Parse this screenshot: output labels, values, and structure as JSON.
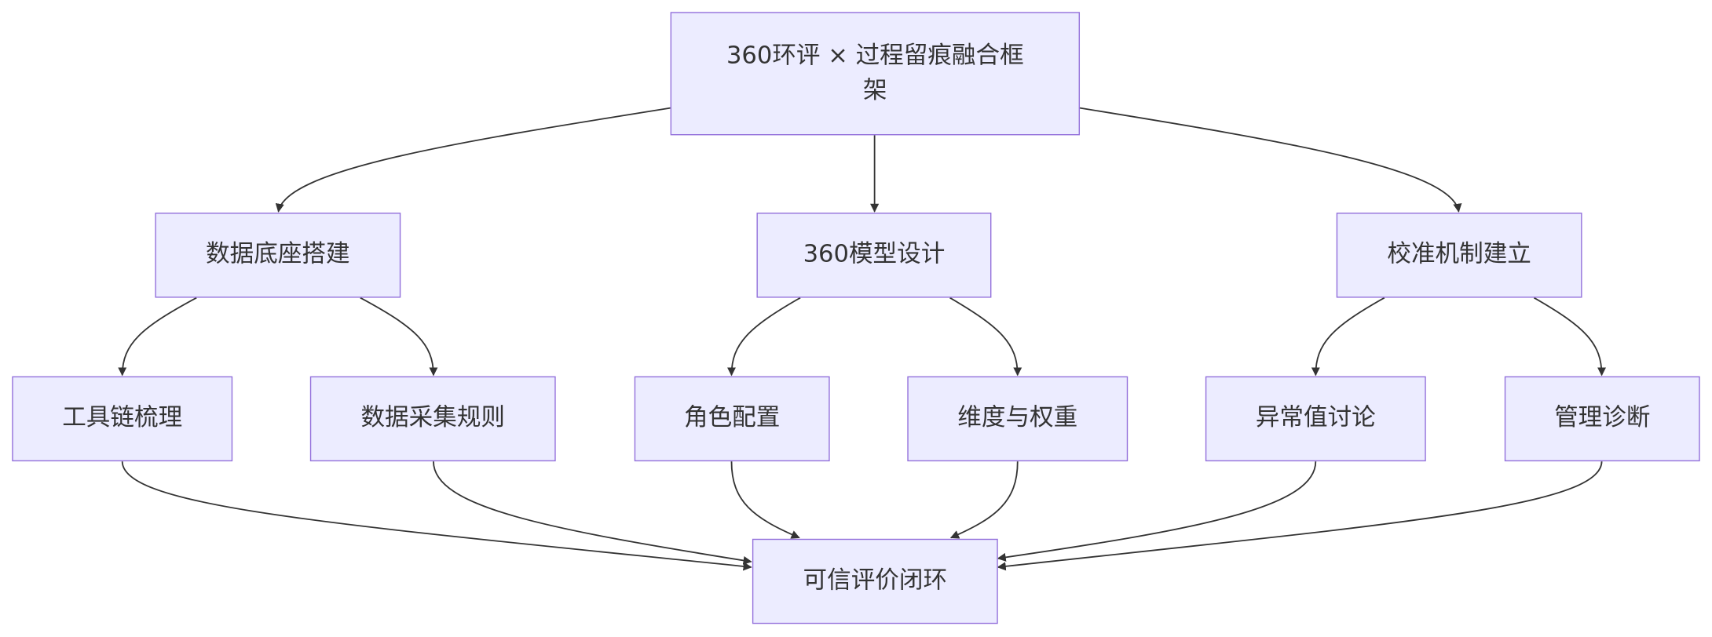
{
  "diagram": {
    "type": "flowchart",
    "colors": {
      "node_fill": "#ececff",
      "node_border": "#9370db",
      "text": "#333333",
      "edge": "#333333"
    },
    "nodes": {
      "root": "360环评 × 过程留痕融合框架",
      "data_foundation": "数据底座搭建",
      "model_design": "360模型设计",
      "calibration": "校准机制建立",
      "toolchain": "工具链梳理",
      "collection_rules": "数据采集规则",
      "role_config": "角色配置",
      "dimension_weight": "维度与权重",
      "anomaly_discussion": "异常值讨论",
      "management_diagnosis": "管理诊断",
      "trusted_loop": "可信评价闭环"
    },
    "edges": [
      [
        "root",
        "data_foundation"
      ],
      [
        "root",
        "model_design"
      ],
      [
        "root",
        "calibration"
      ],
      [
        "data_foundation",
        "toolchain"
      ],
      [
        "data_foundation",
        "collection_rules"
      ],
      [
        "model_design",
        "role_config"
      ],
      [
        "model_design",
        "dimension_weight"
      ],
      [
        "calibration",
        "anomaly_discussion"
      ],
      [
        "calibration",
        "management_diagnosis"
      ],
      [
        "toolchain",
        "trusted_loop"
      ],
      [
        "collection_rules",
        "trusted_loop"
      ],
      [
        "role_config",
        "trusted_loop"
      ],
      [
        "dimension_weight",
        "trusted_loop"
      ],
      [
        "anomaly_discussion",
        "trusted_loop"
      ],
      [
        "management_diagnosis",
        "trusted_loop"
      ]
    ]
  }
}
